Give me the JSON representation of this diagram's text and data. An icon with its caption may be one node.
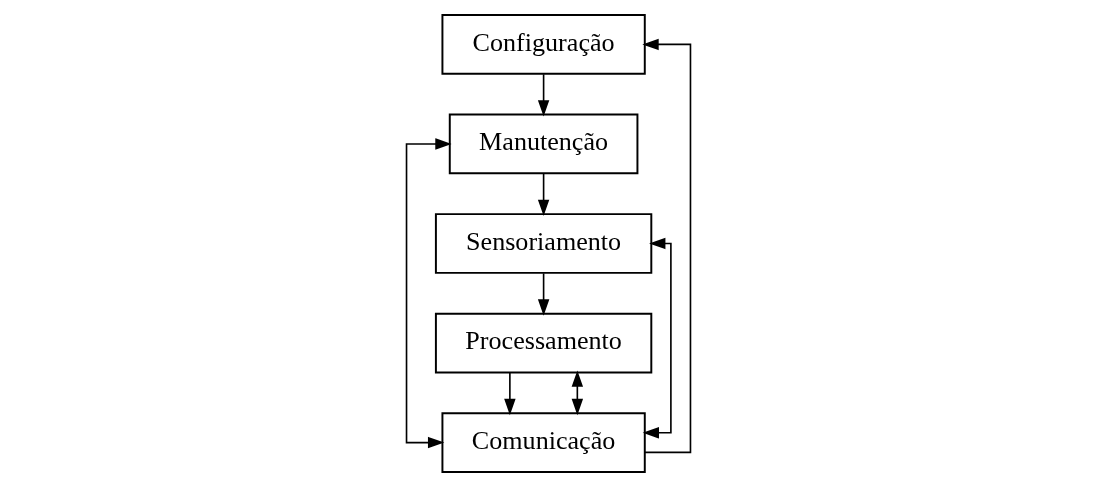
{
  "diagram": {
    "nodes": [
      {
        "text": [
          "Configuração"
        ]
      },
      {
        "text": [
          "Manutenção"
        ]
      },
      {
        "text": [
          "Sensoriamento"
        ]
      },
      {
        "text": [
          "Processamento"
        ]
      },
      {
        "text": [
          "Comunicação"
        ]
      }
    ],
    "edges": [
      {
        "from": 0,
        "to": 1,
        "arrow": "to"
      },
      {
        "from": 1,
        "to": 2,
        "arrow": "to"
      },
      {
        "from": 2,
        "to": 3,
        "arrow": "to"
      },
      {
        "from": 3,
        "to": 4,
        "arrow": "to"
      },
      {
        "from": 4,
        "to": 0,
        "arrow": "to"
      },
      {
        "from": 1,
        "to": 4,
        "arrow": "both"
      },
      {
        "from": 2,
        "to": 4,
        "arrow": "both"
      },
      {
        "from": 3,
        "to": 4,
        "arrow": "both"
      }
    ]
  }
}
